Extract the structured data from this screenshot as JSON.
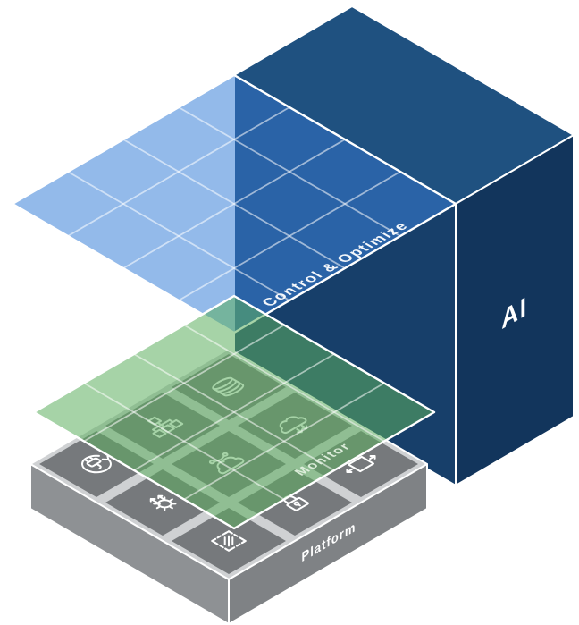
{
  "diagram": {
    "background_color": "#ffffff",
    "ai_block": {
      "label": "AI",
      "top_color": "#1f5180",
      "left_color": "#173f6a",
      "right_color": "#12355c"
    },
    "layers": [
      {
        "id": "control_optimize",
        "label": "Control & Optimize",
        "color": "#3b82d8",
        "grid": "4x4"
      },
      {
        "id": "monitor",
        "label": "Monitor",
        "color": "#5caf5f",
        "grid": "4x4"
      }
    ],
    "platform": {
      "label": "Platform",
      "grid": "3x3",
      "base_color": "#cfd1d3",
      "tile_color": "#76797c",
      "side_left_color": "#8e9194",
      "side_right_color": "#7f8285",
      "tiles": [
        {
          "icon": "database-icon"
        },
        {
          "icon": "workflow-blocks-icon"
        },
        {
          "icon": "cloud-download-icon"
        },
        {
          "icon": "plug-power-icon"
        },
        {
          "icon": "cloud-network-icon"
        },
        {
          "icon": "screen-resize-icon"
        },
        {
          "icon": "gear-arrows-icon"
        },
        {
          "icon": "lock-icon"
        },
        {
          "icon": "selection-frame-icon"
        }
      ]
    }
  }
}
